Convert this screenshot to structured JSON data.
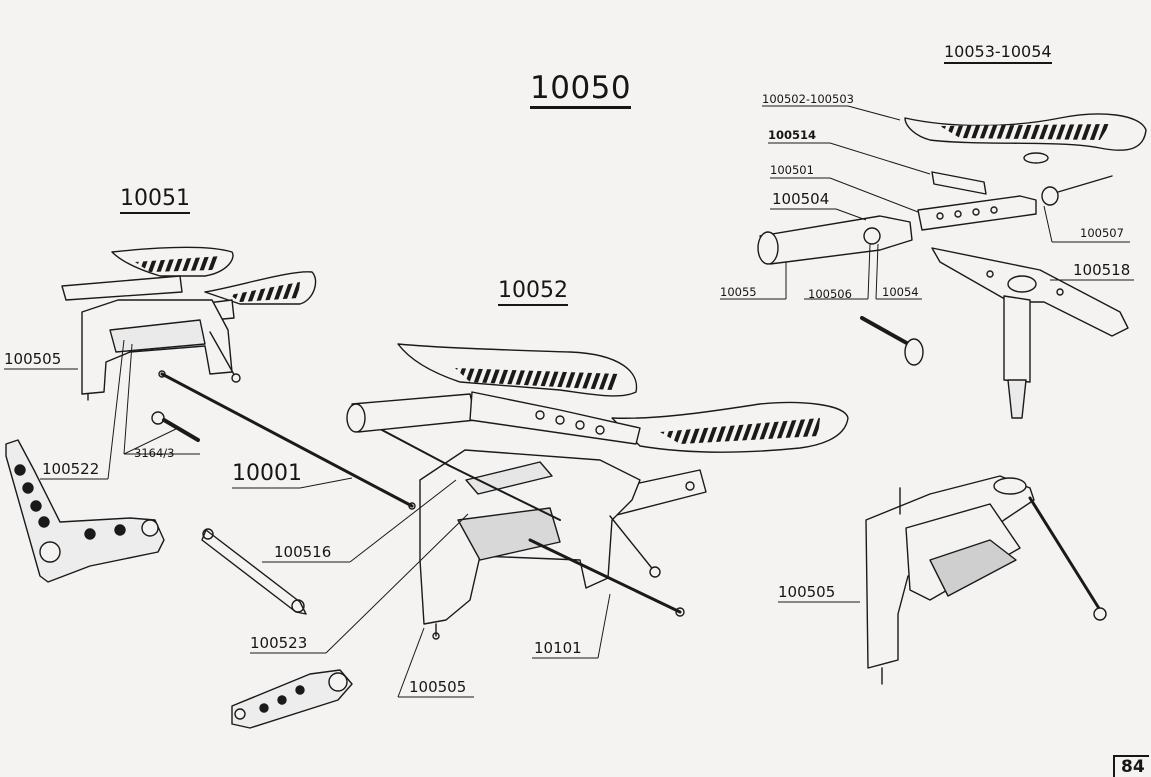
{
  "main_title": "10050",
  "sub_titles": {
    "left": "10051",
    "center": "10052",
    "top_right": "10053-10054"
  },
  "callouts": {
    "c100505_left": "100505",
    "c100522": "100522",
    "c3164": "3164",
    "c3164_suffix": "/3",
    "c10001": "10001",
    "c100516": "100516",
    "c100523": "100523",
    "c100505_bottom": "100505",
    "c10101": "10101",
    "c100505_right": "100505",
    "c100502_100503": "100502-100503",
    "c100514": "100514",
    "c100501": "100501",
    "c100504": "100504",
    "c100507": "100507",
    "c10055": "10055",
    "c100506": "100506",
    "c10054": "10054",
    "c100518": "100518"
  },
  "page_number": "84"
}
